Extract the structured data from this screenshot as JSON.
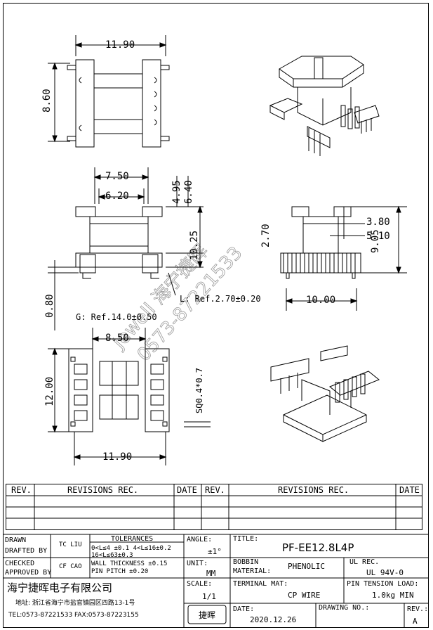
{
  "dims": {
    "top_width": "11.90",
    "top_height": "8.60",
    "front_width_outer": "7.50",
    "front_width_inner": "6.20",
    "front_h1": "4.95",
    "front_h2": "6.40",
    "front_total": "10.25",
    "front_mid": "2.70",
    "side_a": "3.80",
    "side_b": "5.10",
    "side_total": "9.05",
    "side_width": "10.00",
    "pin_offset": "0.80",
    "l_ref": "L: Ref.2.70±0.20",
    "g_ref": "G: Ref.14.0±0.50",
    "bottom_inner": "8.50",
    "bottom_height": "12.00",
    "pin_sq": "SQ0.4*0.7",
    "bottom_width": "11.90"
  },
  "watermark": {
    "line1": "Jewell 海宁捷晖",
    "line2": "0573-87221533"
  },
  "revisions": {
    "rev_header": "REV.",
    "revisions_header": "REVISIONS  REC.",
    "date_header": "DATE",
    "rows": 3
  },
  "title_block": {
    "drawn_label": "DRAWN",
    "drafted_label": "DRAFTED BY",
    "drafted_value": "TC LIU",
    "checked_label": "CHECKED",
    "approved_label": "APPROVED BY",
    "approved_value": "CF CAO",
    "tolerances_label": "TOLERANCES",
    "tol_line1": "0<L≤4 ±0.1 4<L≤16±0.2",
    "tol_line2": "16<L≤63±0.3",
    "tol_line3": "WALL THICKNESS ±0.15",
    "tol_line4": "PIN PITCH ±0.20",
    "angle_label": "ANGLE:",
    "angle_value": "±1°",
    "unit_label": "UNIT:",
    "unit_value": "MM",
    "scale_label": "SCALE:",
    "scale_value": "1/1",
    "title_label": "TITLE:",
    "title_value": "PF-EE12.8L4P",
    "bobbin_label": "BOBBIN",
    "material_label": "MATERIAL:",
    "material_value": "PHENOLIC",
    "ul_label": "UL REC.",
    "ul_value": "UL 94V-0",
    "terminal_label": "TERMINAL MAT:",
    "terminal_value": "CP WIRE",
    "pin_tension_label": "PIN TENSION LOAD:",
    "pin_tension_value": "1.0kg MIN",
    "date_label": "DATE:",
    "date_value": "2020.12.26",
    "drawing_label": "DRAWING NO.:",
    "rev_label": "REV.:",
    "rev_value": "A",
    "company_name": "海宁捷晖电子有限公司",
    "address": "地址: 浙江省海宁市盐官镇园区四路13-1号",
    "contact": "TEL:0573-87221533 FAX:0573-87223155"
  }
}
